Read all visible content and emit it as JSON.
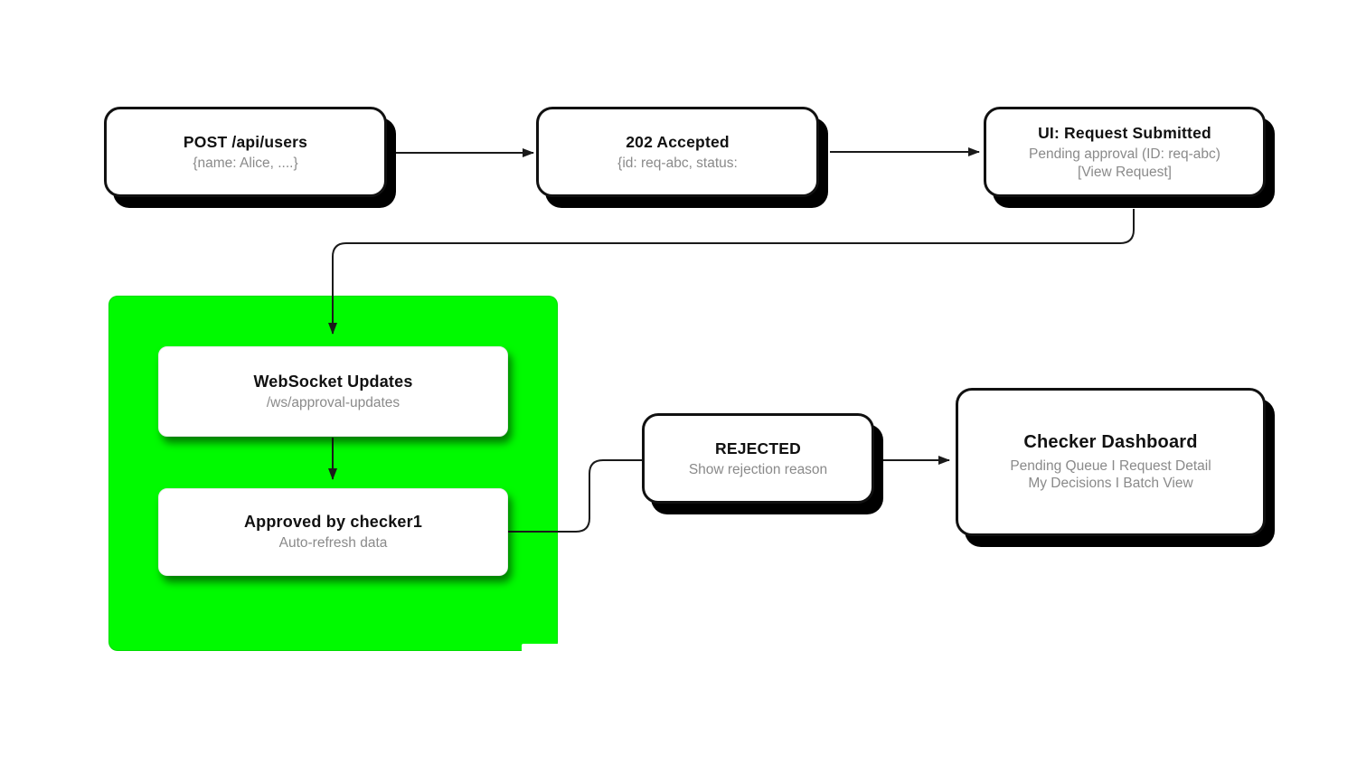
{
  "colors": {
    "highlight_green": "#00FA00",
    "ink": "#111111",
    "subtitle_gray": "#8A8A8A",
    "connector": "#1A1A1A",
    "node_bg": "#FFFFFF",
    "hard_shadow": "#000000"
  },
  "nodes": {
    "post_api": {
      "title": "POST /api/users",
      "subtitle": "{name: Alice, ....}"
    },
    "accepted": {
      "title": "202 Accepted",
      "subtitle": "{id: req-abc, status:"
    },
    "ui_submitted": {
      "title": "UI: Request Submitted",
      "line1": "Pending approval (ID: req-abc)",
      "line2": "[View Request]"
    },
    "websocket": {
      "title": "WebSocket Updates",
      "subtitle": "/ws/approval-updates"
    },
    "approved": {
      "title": "Approved by checker1",
      "subtitle": "Auto-refresh data"
    },
    "rejected": {
      "title": "REJECTED",
      "subtitle": "Show rejection reason"
    },
    "dashboard": {
      "title": "Checker Dashboard",
      "line1": "Pending Queue I Request Detail",
      "line2": "My Decisions I Batch View"
    }
  }
}
